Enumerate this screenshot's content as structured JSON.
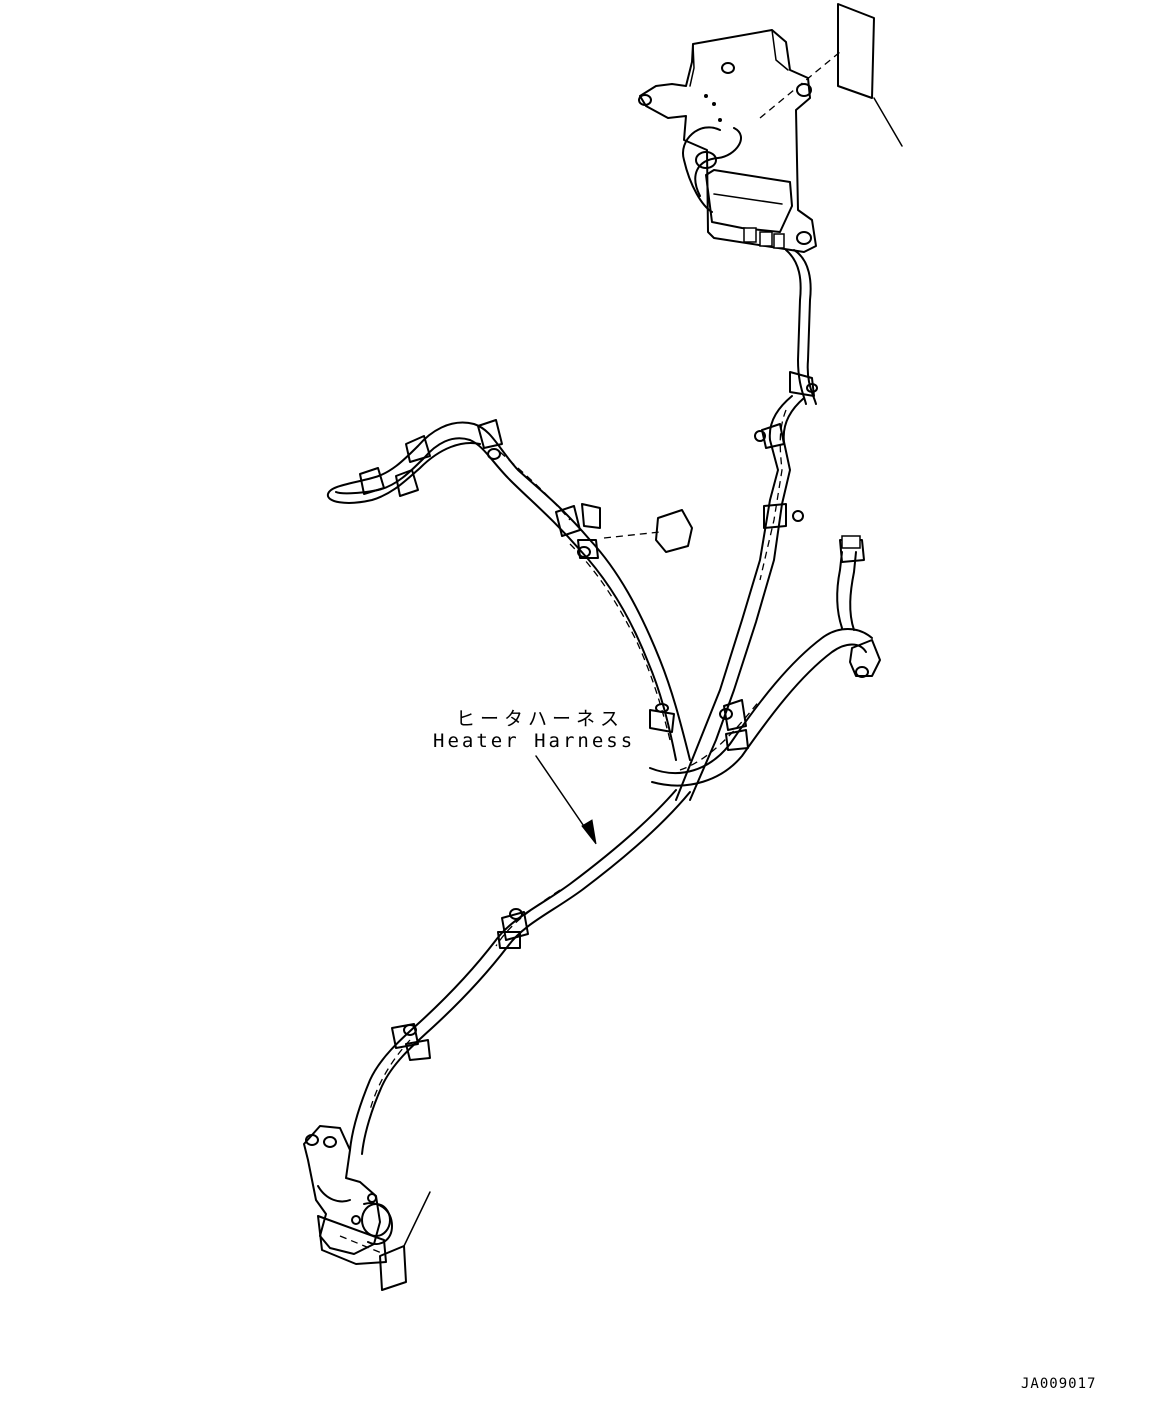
{
  "diagram": {
    "callout_label_jp": "ヒータハーネス",
    "callout_label_en": "Heater Harness",
    "document_id": "JA009017"
  }
}
